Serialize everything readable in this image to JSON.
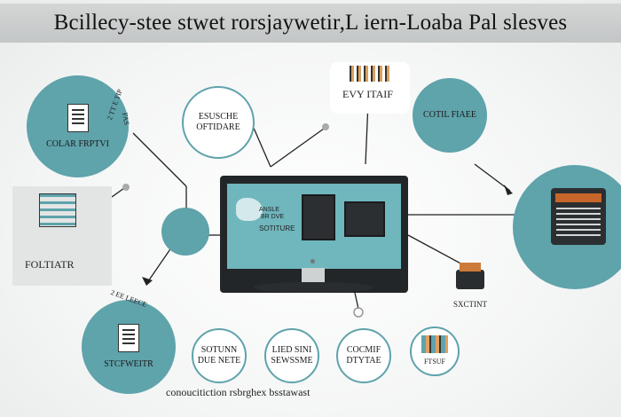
{
  "header": {
    "title": "Bcillecy-stee stwet rorsjaywetir,L iern-Loaba Pal slesves"
  },
  "nodes": {
    "left_top": "COLAR FRPTVI",
    "esusche": [
      "ESUSCHE",
      "OFTIDARE"
    ],
    "panel": "FOLTIATR",
    "center_circle": "",
    "monitor_caption": [
      "ANSLE",
      "BR DVE",
      "SOTITURE"
    ],
    "top_right": "EVY ITAIF",
    "cotil": "COTIL FIAEE",
    "printer": "SXCTINT",
    "bottom_left": "STCFWEITR",
    "sotun": [
      "SOTUNN",
      "DUE NETE"
    ],
    "lied": [
      "LIED SINI",
      "SEWSSME"
    ],
    "cocmif": [
      "COCMIF",
      "DTYTAE"
    ],
    "icon_bl": "FTSUF"
  },
  "annotations": {
    "arc_left": "2 TT E TIP",
    "arc_mid": "FAS",
    "arc_low": "2 EE LEECE"
  },
  "footer": "conoucitiction rsbrghex bsstawast",
  "colors": {
    "teal": "#5fa3ab",
    "dark": "#232628",
    "orange": "#c7662a"
  }
}
